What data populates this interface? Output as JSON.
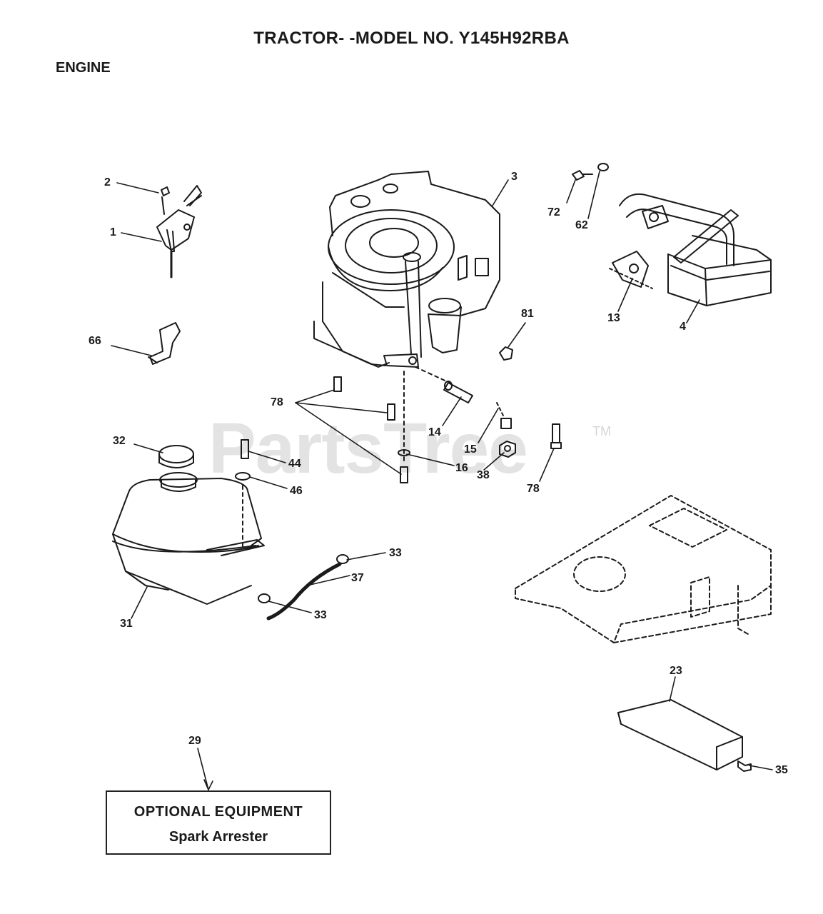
{
  "header": {
    "title": "TRACTOR- -MODEL NO. Y145H92RBA",
    "section": "ENGINE"
  },
  "watermark": {
    "text": "PartsTree",
    "trademark": "TM"
  },
  "callouts": {
    "c1": "1",
    "c2": "2",
    "c3": "3",
    "c4": "4",
    "c13": "13",
    "c14": "14",
    "c15": "15",
    "c16": "16",
    "c23": "23",
    "c29": "29",
    "c31": "31",
    "c32": "32",
    "c33a": "33",
    "c33b": "33",
    "c35": "35",
    "c37": "37",
    "c38": "38",
    "c44": "44",
    "c46": "46",
    "c62": "62",
    "c66": "66",
    "c72": "72",
    "c78a": "78",
    "c78b": "78",
    "c81": "81"
  },
  "optional": {
    "heading": "OPTIONAL EQUIPMENT",
    "item": "Spark Arrester"
  }
}
